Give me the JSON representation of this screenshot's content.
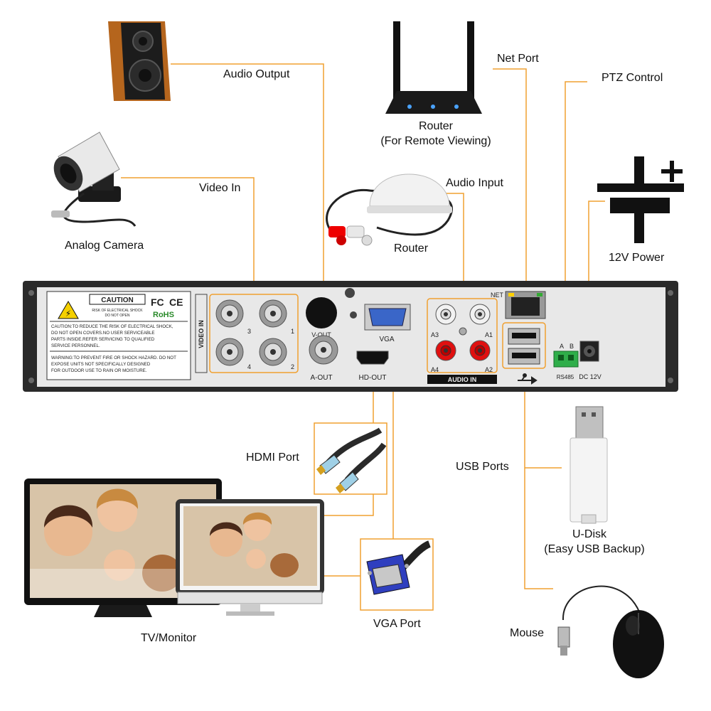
{
  "labels": {
    "audio_output": "Audio Output",
    "router_title": "Router",
    "router_subtitle": "(For Remote Viewing)",
    "net_port": "Net Port",
    "ptz_control": "PTZ Control",
    "video_in": "Video In",
    "analog_camera": "Analog Camera",
    "audio_input": "Audio Input",
    "microphone_caption": "Router",
    "power_12v": "12V Power",
    "hdmi_port": "HDMI Port",
    "usb_ports": "USB Ports",
    "u_disk": "U-Disk",
    "u_disk_sub": "(Easy USB Backup)",
    "tv_monitor": "TV/Monitor",
    "vga_port": "VGA Port",
    "mouse": "Mouse"
  },
  "dvr_panel": {
    "caution_title": "CAUTION",
    "caution_sub1": "RISK OF ELECTRICAL SHOCK",
    "caution_sub2": "DO NOT OPEN",
    "fcc": "FC",
    "ce": "CE",
    "rohs": "RoHS",
    "caution_text": [
      "CAUTION:TO REDUCE THE RISK OF ELECTRICAL SHOCK,",
      "DO NOT OPEN COVERS.NO USER SERVICEABLE",
      "PARTS INSIDE.REFER SERVICING TO QUALIFIED",
      "SERVICE PERSONNEL."
    ],
    "warning_text": [
      "WARNING:TO PREVENT FIRE OR SHOCK HAZARD. DO NOT",
      "EXPOSE UNITS NOT SPECIFICALLY DESIGNED",
      "FOR OUTDOOR USE TO RAIN OR MOISTURE."
    ],
    "video_in": "VIDEO IN",
    "bnc_labels": [
      "3",
      "1",
      "4",
      "2"
    ],
    "v_out": "V-OUT",
    "a_out": "A-OUT",
    "vga": "VGA",
    "hd_out": "HD-OUT",
    "audio_labels": [
      "A3",
      "A1",
      "A4",
      "A2"
    ],
    "audio_in": "AUDIO IN",
    "net": "NET",
    "rs485_a": "A",
    "rs485_b": "B",
    "rs485": "RS485",
    "dc12v": "DC 12V"
  },
  "colors": {
    "connector_line": "#f0a030",
    "panel": "#2a2a2a",
    "plate": "#e8e8e8",
    "usb_symbol": "#222222"
  }
}
